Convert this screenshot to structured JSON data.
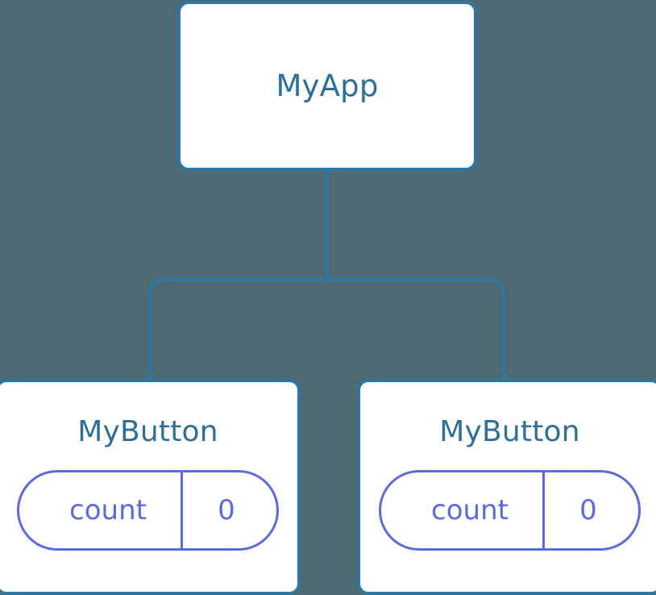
{
  "diagram": {
    "type": "component-tree",
    "background_color": "#4d6a73",
    "node_border_color": "#2d77a5",
    "node_fill_color": "#ffffff",
    "node_title_color": "#2d6f97",
    "edge_color": "#2d77a5",
    "state_pill_color": "#5b6bd8",
    "root": {
      "title": "MyApp"
    },
    "children": [
      {
        "title": "MyButton",
        "state": {
          "key": "count",
          "value": "0"
        }
      },
      {
        "title": "MyButton",
        "state": {
          "key": "count",
          "value": "0"
        }
      }
    ]
  }
}
